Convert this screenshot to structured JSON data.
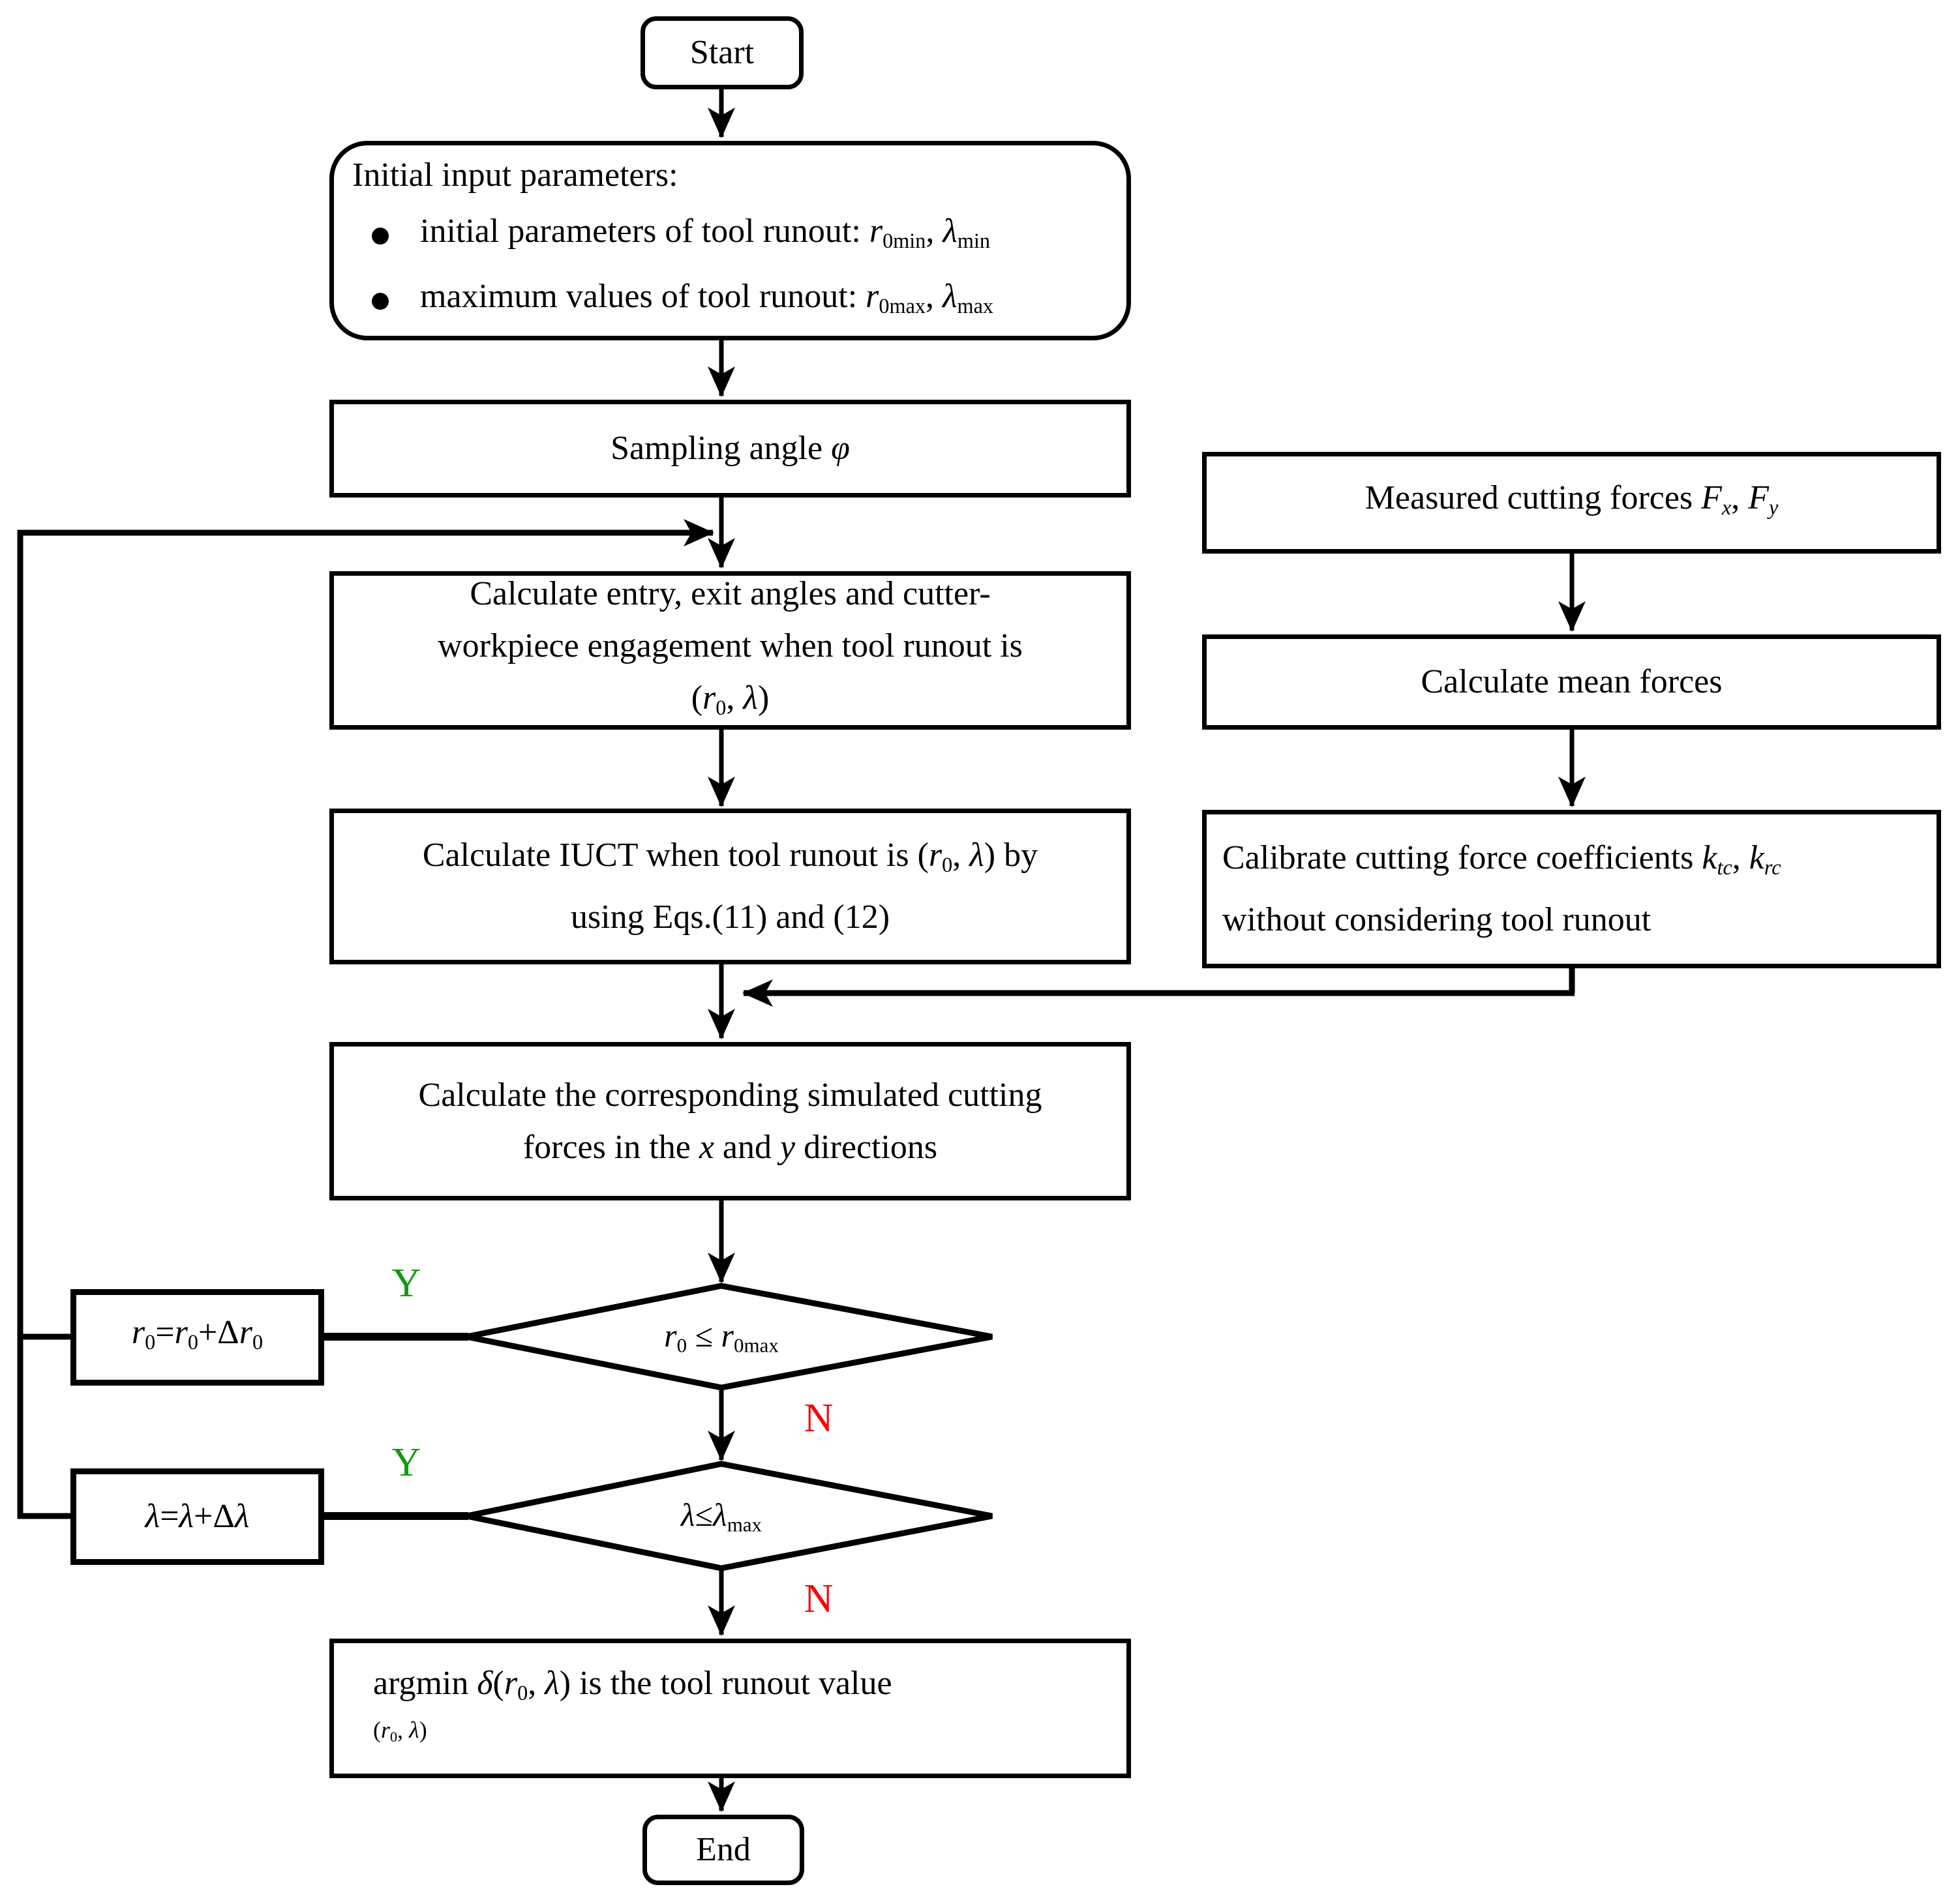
{
  "colors": {
    "line": "#000000",
    "yes": "#0f9b0f",
    "no": "#fb0505",
    "box_background": "#ffffff"
  },
  "labels": {
    "yes": "Y",
    "no": "N"
  },
  "nodes": {
    "start": {
      "label": "Start"
    },
    "end": {
      "label": "End"
    },
    "initial_params": {
      "title": "Initial input parameters:",
      "bullet1": [
        {
          "t": "initial parameters of tool runout: "
        },
        {
          "t": "r",
          "i": true
        },
        {
          "t": "0min",
          "sub": true
        },
        {
          "t": ", "
        },
        {
          "t": "λ",
          "i": true
        },
        {
          "t": "min",
          "sub": true
        }
      ],
      "bullet2": [
        {
          "t": "maximum values of tool runout: "
        },
        {
          "t": "r",
          "i": true
        },
        {
          "t": "0max",
          "sub": true
        },
        {
          "t": ", "
        },
        {
          "t": "λ",
          "i": true
        },
        {
          "t": "max",
          "sub": true
        }
      ]
    },
    "sampling": [
      {
        "t": "Sampling angle "
      },
      {
        "t": "φ",
        "i": true
      }
    ],
    "calc_entry_exit": [
      {
        "t": "Calculate entry, exit angles and cutter-"
      },
      {
        "br": true
      },
      {
        "t": "workpiece engagement when tool runout is"
      },
      {
        "br": true
      },
      {
        "t": "("
      },
      {
        "t": "r",
        "i": true
      },
      {
        "t": "0",
        "sub": true
      },
      {
        "t": ", "
      },
      {
        "t": "λ",
        "i": true
      },
      {
        "t": ")"
      }
    ],
    "calc_iuct": [
      {
        "t": "Calculate IUCT when tool runout is ("
      },
      {
        "t": "r",
        "i": true
      },
      {
        "t": "0",
        "sub": true
      },
      {
        "t": ", "
      },
      {
        "t": "λ",
        "i": true
      },
      {
        "t": ") by"
      },
      {
        "br": true
      },
      {
        "t": "using Eqs.(11) and (12)"
      }
    ],
    "measured_forces": [
      {
        "t": "Measured cutting forces "
      },
      {
        "t": "F",
        "i": true
      },
      {
        "t": "x",
        "sub": true,
        "i": true
      },
      {
        "t": ", "
      },
      {
        "t": "F",
        "i": true
      },
      {
        "t": "y",
        "sub": true,
        "i": true
      }
    ],
    "mean_forces": {
      "label": "Calculate mean forces"
    },
    "calibrate": [
      {
        "t": "Calibrate cutting force coefficients "
      },
      {
        "t": "k",
        "i": true
      },
      {
        "t": "tc",
        "sub": true,
        "i": true
      },
      {
        "t": ", "
      },
      {
        "t": "k",
        "i": true
      },
      {
        "t": "rc",
        "sub": true,
        "i": true
      },
      {
        "br": true
      },
      {
        "t": "without considering tool runout"
      }
    ],
    "simulated_forces": [
      {
        "t": "Calculate the corresponding simulated cutting"
      },
      {
        "br": true
      },
      {
        "t": "forces in the "
      },
      {
        "t": "x",
        "i": true
      },
      {
        "t": " and "
      },
      {
        "t": "y",
        "i": true
      },
      {
        "t": " directions"
      }
    ],
    "decision_r0": [
      {
        "t": "r",
        "i": true
      },
      {
        "t": "0",
        "sub": true
      },
      {
        "t": " ≤ "
      },
      {
        "t": "r",
        "i": true
      },
      {
        "t": "0max",
        "sub": true
      }
    ],
    "decision_lambda": [
      {
        "t": "λ",
        "i": true
      },
      {
        "t": "≤"
      },
      {
        "t": "λ",
        "i": true
      },
      {
        "t": "max",
        "sub": true
      }
    ],
    "increment_r0": [
      {
        "t": "r",
        "i": true
      },
      {
        "t": "0",
        "sub": true
      },
      {
        "t": "="
      },
      {
        "t": "r",
        "i": true
      },
      {
        "t": "0",
        "sub": true
      },
      {
        "t": "+Δ"
      },
      {
        "t": "r",
        "i": true
      },
      {
        "t": "0",
        "sub": true
      }
    ],
    "increment_lambda": [
      {
        "t": "λ",
        "i": true
      },
      {
        "t": "="
      },
      {
        "t": "λ",
        "i": true
      },
      {
        "t": "+Δ"
      },
      {
        "t": "λ",
        "i": true
      }
    ],
    "argmin": {
      "line1": [
        {
          "t": "argmin "
        },
        {
          "t": "δ",
          "i": true
        },
        {
          "t": "("
        },
        {
          "t": "r",
          "i": true
        },
        {
          "t": "0",
          "sub": true
        },
        {
          "t": ", "
        },
        {
          "t": "λ",
          "i": true
        },
        {
          "t": ") is the tool runout value"
        }
      ],
      "line2": [
        {
          "t": "("
        },
        {
          "t": "r",
          "i": true
        },
        {
          "t": "0",
          "sub": true
        },
        {
          "t": ", "
        },
        {
          "t": "λ",
          "i": true
        },
        {
          "t": ")"
        }
      ]
    }
  }
}
